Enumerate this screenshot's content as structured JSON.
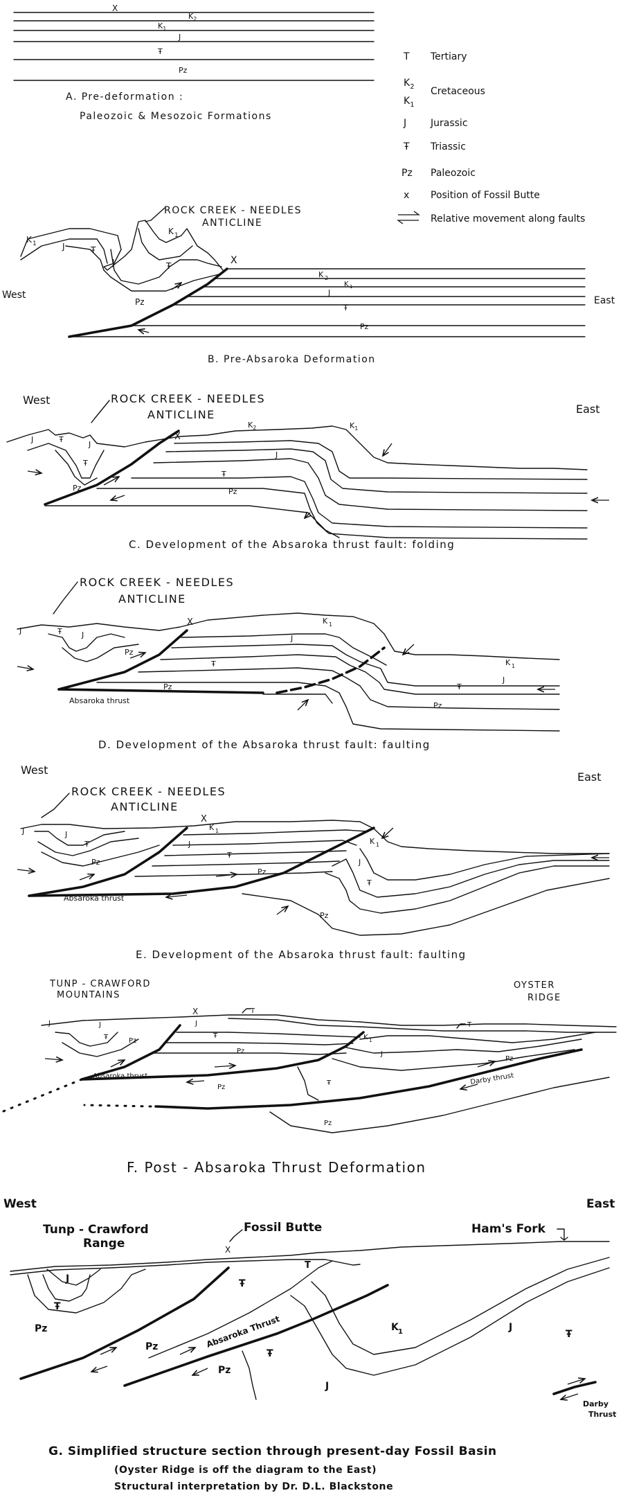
{
  "legend": [
    {
      "sym": "T",
      "text": "Tertiary"
    },
    {
      "sym": "K2",
      "text": ""
    },
    {
      "sym": "K1",
      "text": "Cretaceous"
    },
    {
      "sym": "J",
      "text": "Jurassic"
    },
    {
      "sym": "TR",
      "text": "Triassic"
    },
    {
      "sym": "Pz",
      "text": "Paleozoic"
    },
    {
      "sym": "x",
      "text": "Position of Fossil Butte"
    },
    {
      "sym": "arrows",
      "text": "Relative movement along faults"
    }
  ],
  "panelA": {
    "caption1": "A. Pre-deformation :",
    "caption2": "Paleozoic & Mesozoic Formations",
    "x": "X",
    "k2": "K2",
    "k1": "K1",
    "j": "J",
    "tr": "TR",
    "pz": "Pz"
  },
  "panelB": {
    "anticline1": "ROCK CREEK - NEEDLES",
    "anticline2": "ANTICLINE",
    "west": "West",
    "east": "East",
    "x": "X",
    "caption": "B. Pre-Absaroka Deformation"
  },
  "panelC": {
    "west": "West",
    "east": "East",
    "anticline1": "ROCK CREEK - NEEDLES",
    "anticline2": "ANTICLINE",
    "x": "X",
    "k2": "K2",
    "k1": "K1",
    "caption": "C. Development of the Absaroka thrust fault: folding"
  },
  "panelD": {
    "anticline1": "ROCK CREEK - NEEDLES",
    "anticline2": "ANTICLINE",
    "x": "X",
    "thrust": "Absaroka thrust",
    "caption": "D. Development of the Absaroka thrust fault: faulting"
  },
  "panelE": {
    "west": "West",
    "east": "East",
    "anticline1": "ROCK CREEK - NEEDLES",
    "anticline2": "ANTICLINE",
    "x": "X",
    "thrust": "Absaroka thrust",
    "caption": "E. Development of the Absaroka thrust fault: faulting"
  },
  "panelF": {
    "left1": "TUNP - CRAWFORD",
    "left2": "MOUNTAINS",
    "right1": "OYSTER",
    "right2": "RIDGE",
    "x": "X",
    "t": "T",
    "thrust": "Absaroka thrust",
    "darby": "Darby thrust",
    "caption": "F. Post - Absaroka Thrust Deformation"
  },
  "panelG": {
    "west": "West",
    "east": "East",
    "range1": "Tunp - Crawford",
    "range2": "Range",
    "butte": "Fossil Butte",
    "hams": "Ham's Fork",
    "x": "X",
    "t": "T",
    "thrust": "Absaroka Thrust",
    "darby1": "Darby",
    "darby2": "Thrust",
    "caption1": "G. Simplified structure section through present-day Fossil Basin",
    "caption2": "(Oyster Ridge is off the diagram to the East)",
    "caption3": "Structural interpretation by Dr. D.L. Blackstone"
  }
}
